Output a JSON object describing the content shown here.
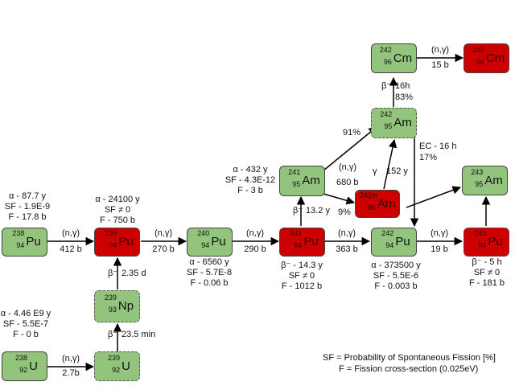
{
  "nuclides": {
    "u238": {
      "mass": "238",
      "z": "92",
      "sym": "U"
    },
    "u239": {
      "mass": "239",
      "z": "92",
      "sym": "U"
    },
    "np239": {
      "mass": "239",
      "z": "93",
      "sym": "Np"
    },
    "pu238": {
      "mass": "238",
      "z": "94",
      "sym": "Pu"
    },
    "pu239": {
      "mass": "239",
      "z": "94",
      "sym": "Pu"
    },
    "pu240": {
      "mass": "240",
      "z": "94",
      "sym": "Pu"
    },
    "pu241": {
      "mass": "241",
      "z": "94",
      "sym": "Pu"
    },
    "pu242": {
      "mass": "242",
      "z": "94",
      "sym": "Pu"
    },
    "pu243": {
      "mass": "243",
      "z": "94",
      "sym": "Pu"
    },
    "am241": {
      "mass": "241",
      "z": "95",
      "sym": "Am"
    },
    "am242m": {
      "mass": "242m",
      "z": "95",
      "sym": "Am"
    },
    "am242": {
      "mass": "242",
      "z": "95",
      "sym": "Am"
    },
    "am243": {
      "mass": "243",
      "z": "95",
      "sym": "Am"
    },
    "cm242": {
      "mass": "242",
      "z": "96",
      "sym": "Cm"
    },
    "cm243": {
      "mass": "243",
      "z": "96",
      "sym": "Cm"
    }
  },
  "props": {
    "pu238": [
      "α - 87.7 y",
      "SF - 1.9E-9",
      "F - 17.8 b"
    ],
    "pu239": [
      "α - 24100 y",
      "SF ≠ 0",
      "F - 750 b"
    ],
    "pu240": [
      "α - 6560 y",
      "SF - 5.7E-8",
      "F - 0.06 b"
    ],
    "pu241": [
      "β⁻ - 14.3 y",
      "SF ≠ 0",
      "F - 1012 b"
    ],
    "pu242": [
      "α - 373500 y",
      "SF - 5.5E-6",
      "F - 0.003 b"
    ],
    "pu243": [
      "β⁻ - 5 h",
      "SF ≠ 0",
      "F - 181 b"
    ],
    "am241": [
      "α - 432 y",
      "SF - 4.3E-12",
      "F - 3 b"
    ],
    "u238": [
      "α - 4.46 E9 y",
      "SF - 5.5E-7",
      "F - 0 b"
    ]
  },
  "labels": {
    "ng": "(n,γ)",
    "u238_u239": "2.7b",
    "u239_np239": "23.5 min",
    "np239_pu239": "2.35 d",
    "pu238_pu239": "412 b",
    "pu239_pu240": "270 b",
    "pu240_pu241": "290 b",
    "pu241_pu242": "363 b",
    "pu242_pu243": "19 b",
    "pu241_am241": "13.2 y",
    "am241_am242m": "9%",
    "am241_am242": "91%",
    "am241_xs": "680 b",
    "am242m_gamma": "γ",
    "am242m_am242": "152 y",
    "am242_cm242_a": "16h",
    "am242_cm242_b": "83%",
    "am242_ec_a": "EC - 16 h",
    "am242_ec_b": "17%",
    "cm242_cm243": "15 b",
    "beta": "β⁻"
  },
  "legend": {
    "sf": "SF = Probability of Spontaneous Fission [%]",
    "f": "F = Fission cross-section (0.025eV)"
  },
  "colors": {
    "fissile": "#cc0000",
    "non_fissile": "#93c47d",
    "arrow": "#000000"
  }
}
